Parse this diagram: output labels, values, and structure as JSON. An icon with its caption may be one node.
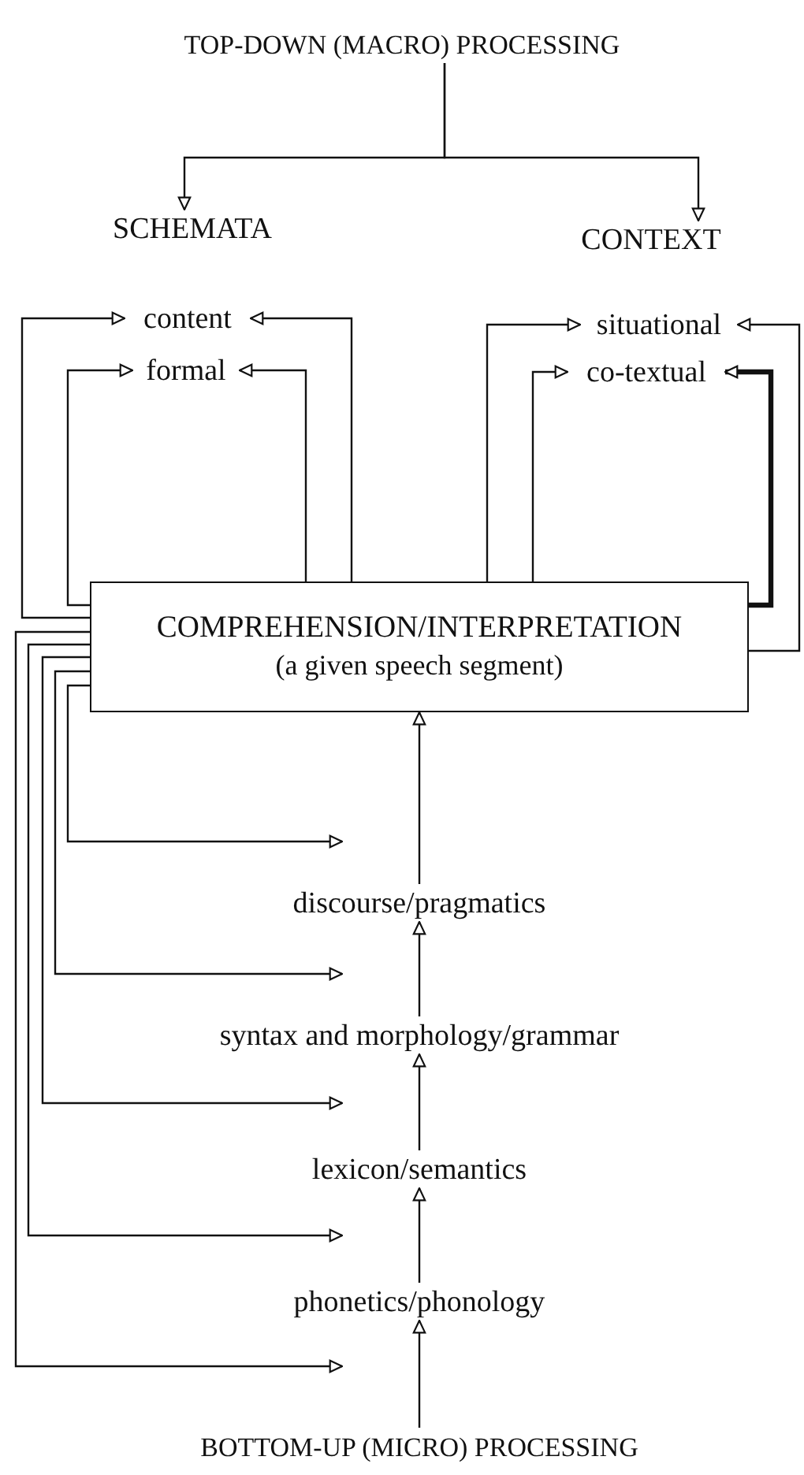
{
  "diagram": {
    "nodes": [
      {
        "text": [
          "TOP-DOWN (MACRO) PROCESSING"
        ]
      },
      {
        "text": [
          "SCHEMATA"
        ]
      },
      {
        "text": [
          "content"
        ]
      },
      {
        "text": [
          "formal"
        ]
      },
      {
        "text": [
          "CONTEXT"
        ]
      },
      {
        "text": [
          "situational"
        ]
      },
      {
        "text": [
          "co-textual"
        ]
      },
      {
        "text": [
          "COMPREHENSION/INTERPRETATION",
          "(a given speech segment)"
        ]
      },
      {
        "text": [
          "discourse/pragmatics"
        ]
      },
      {
        "text": [
          "syntax and morphology/grammar"
        ]
      },
      {
        "text": [
          "lexicon/semantics"
        ]
      },
      {
        "text": [
          "phonetics/phonology"
        ]
      },
      {
        "text": [
          "BOTTOM-UP (MICRO) PROCESSING"
        ]
      }
    ],
    "edges": [
      {
        "from": 0,
        "to": 1,
        "arrow": "to"
      },
      {
        "from": 0,
        "to": 4,
        "arrow": "to"
      },
      {
        "from": 7,
        "to": 2,
        "arrow": "to"
      },
      {
        "from": 7,
        "to": 2,
        "arrow": "to"
      },
      {
        "from": 7,
        "to": 3,
        "arrow": "to"
      },
      {
        "from": 7,
        "to": 3,
        "arrow": "to"
      },
      {
        "from": 7,
        "to": 5,
        "arrow": "to"
      },
      {
        "from": 7,
        "to": 5,
        "arrow": "to"
      },
      {
        "from": 7,
        "to": 6,
        "arrow": "to"
      },
      {
        "from": 7,
        "to": 6,
        "arrow": "to",
        "style": "thick"
      },
      {
        "from": 7,
        "to": 11,
        "arrow": "to"
      },
      {
        "from": 7,
        "to": 10,
        "arrow": "to"
      },
      {
        "from": 7,
        "to": 9,
        "arrow": "to"
      },
      {
        "from": 7,
        "to": 9,
        "arrow": "to"
      },
      {
        "from": 7,
        "to": 8,
        "arrow": "to"
      },
      {
        "from": 12,
        "to": 11,
        "arrow": "to"
      },
      {
        "from": 11,
        "to": 10,
        "arrow": "to"
      },
      {
        "from": 10,
        "to": 9,
        "arrow": "to"
      },
      {
        "from": 9,
        "to": 8,
        "arrow": "to"
      },
      {
        "from": 8,
        "to": 7,
        "arrow": "to"
      }
    ]
  }
}
